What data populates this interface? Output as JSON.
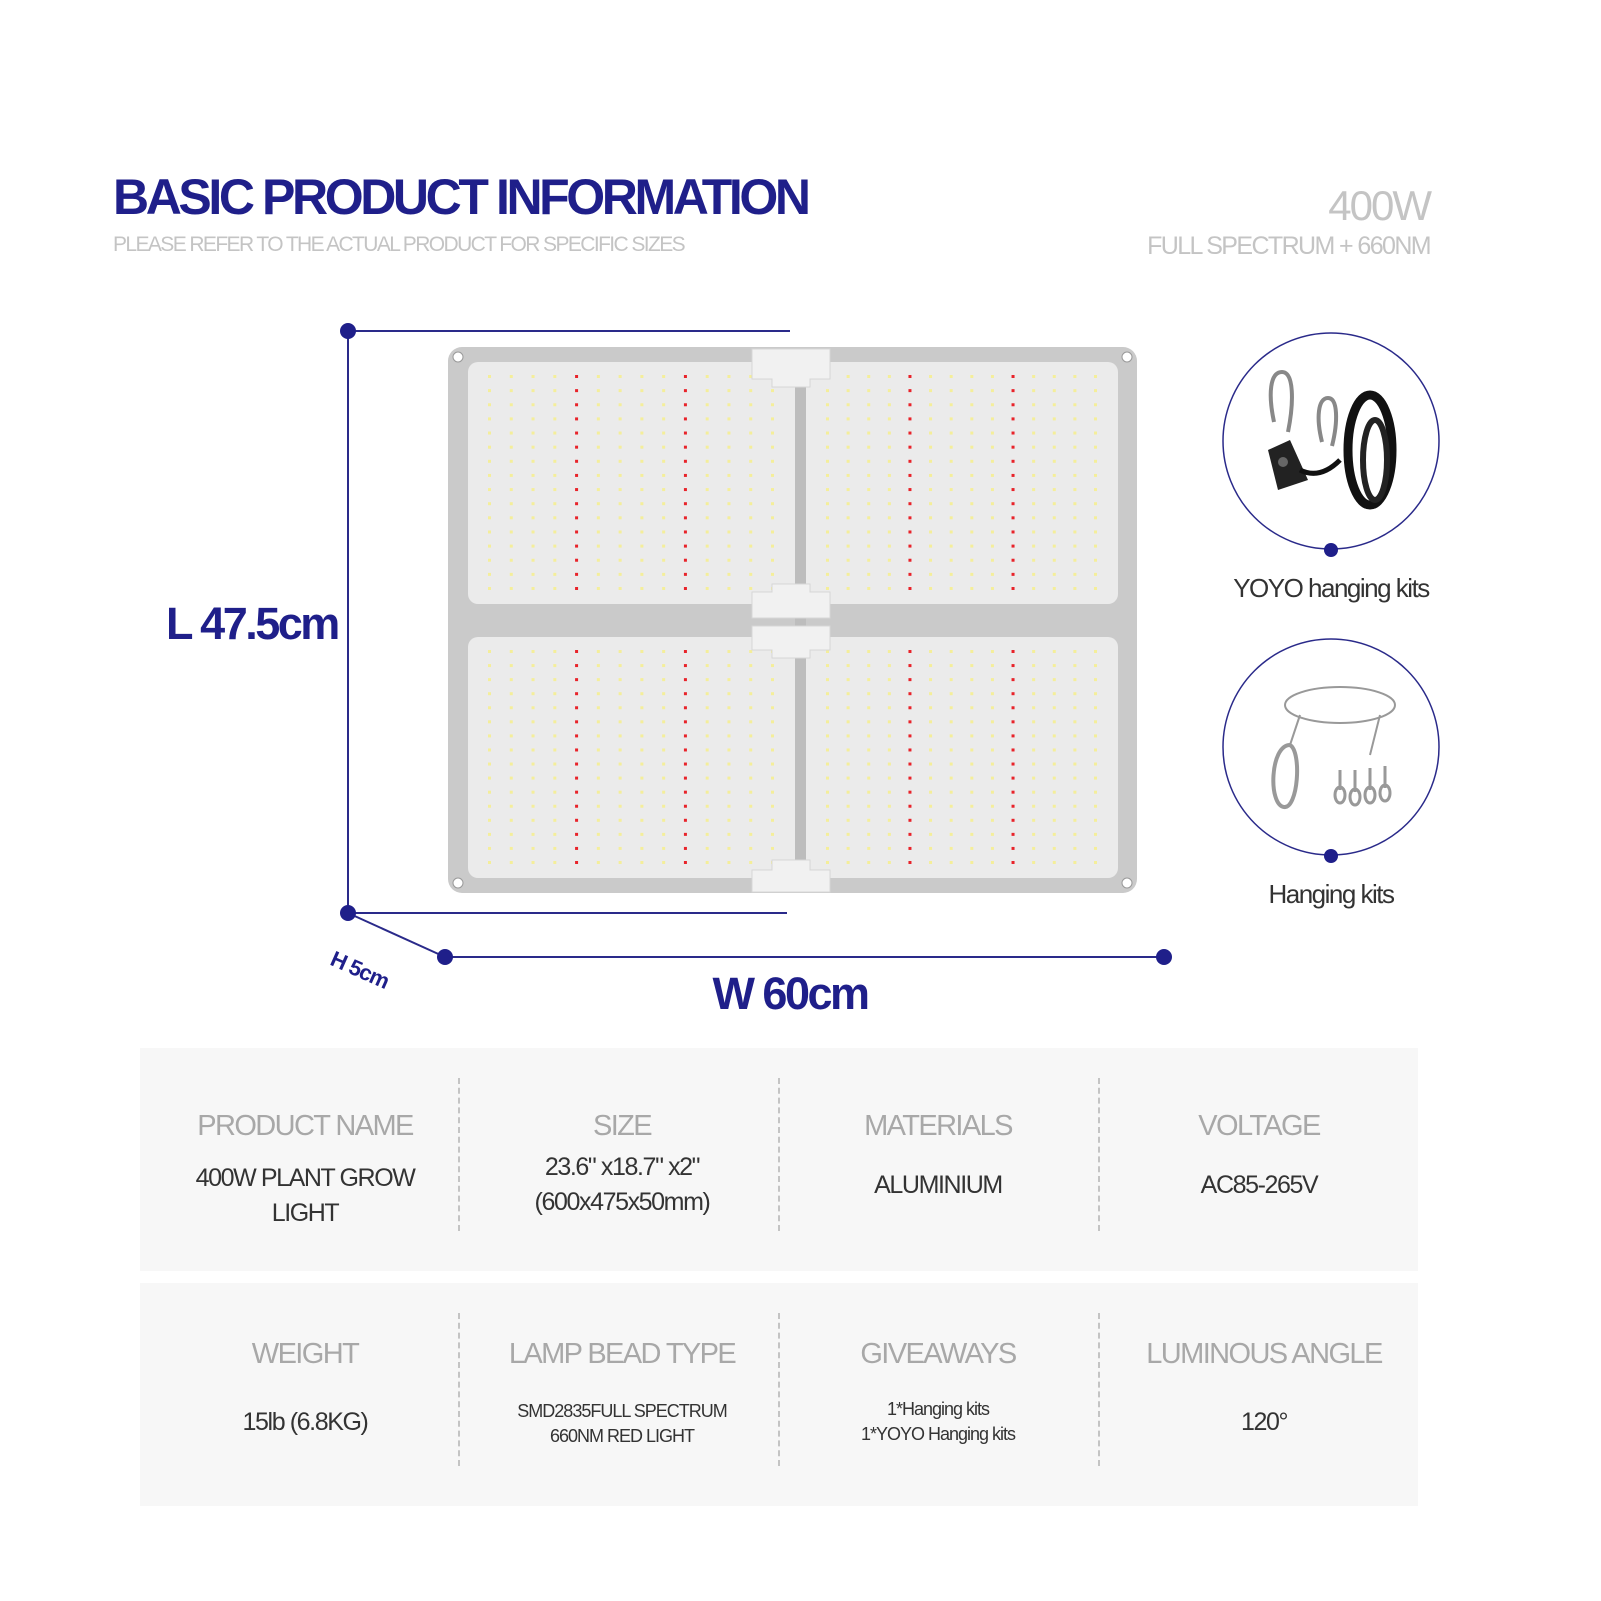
{
  "header": {
    "title": "BASIC PRODUCT INFORMATION",
    "subtitle": "PLEASE REFER TO THE ACTUAL PRODUCT FOR SPECIFIC SIZES",
    "wattage": "400W",
    "spectrum": "FULL SPECTRUM + 660NM"
  },
  "dimensions": {
    "length": "L 47.5cm",
    "height": "H 5cm",
    "width": "W 60cm"
  },
  "accessories": [
    {
      "label": "YOYO hanging kits",
      "icon": "yoyo-hanger-icon"
    },
    {
      "label": "Hanging kits",
      "icon": "wire-hanging-kit-icon"
    }
  ],
  "colors": {
    "accent": "#1f1f8a",
    "muted": "#c4c4c4",
    "led_red": "#e8232a",
    "led_white": "#f4ee9a"
  },
  "specs": [
    [
      {
        "label": "PRODUCT NAME",
        "value": [
          "400W PLANT GROW",
          "LIGHT"
        ]
      },
      {
        "label": "SIZE",
        "value": [
          "23.6\" x18.7\" x2\"",
          "(600x475x50mm)"
        ]
      },
      {
        "label": "MATERIALS",
        "value": [
          "ALUMINIUM"
        ]
      },
      {
        "label": "VOLTAGE",
        "value": [
          "AC85-265V"
        ]
      }
    ],
    [
      {
        "label": "WEIGHT",
        "value": [
          "15lb (6.8KG)"
        ]
      },
      {
        "label": "LAMP BEAD TYPE",
        "value": [
          "SMD2835FULL SPECTRUM",
          "660NM RED LIGHT"
        ]
      },
      {
        "label": "GIVEAWAYS",
        "value": [
          "1*Hanging kits",
          "1*YOYO Hanging kits"
        ]
      },
      {
        "label": "LUMINOUS ANGLE",
        "value": [
          "120°"
        ]
      }
    ]
  ]
}
